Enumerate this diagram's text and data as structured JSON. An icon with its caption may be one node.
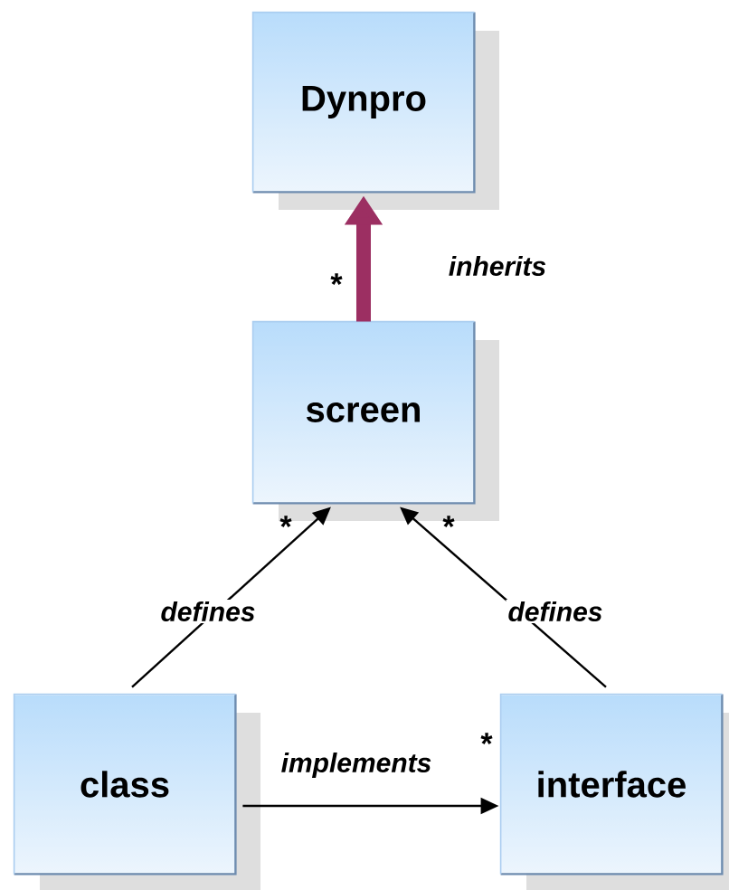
{
  "diagram": {
    "nodes": [
      {
        "text": [
          "Dynpro"
        ]
      },
      {
        "text": [
          "screen"
        ]
      },
      {
        "text": [
          "class"
        ]
      },
      {
        "text": [
          "interface"
        ]
      }
    ],
    "edges": [
      {
        "from": 1,
        "to": 0,
        "arrow": "to",
        "label": "inherits",
        "style": "thick",
        "color": "#9c2f62"
      },
      {
        "from": 2,
        "to": 1,
        "arrow": "to",
        "label": "defines"
      },
      {
        "from": 3,
        "to": 1,
        "arrow": "to",
        "label": "defines"
      },
      {
        "from": 2,
        "to": 3,
        "arrow": "to",
        "label": "implements"
      }
    ],
    "labels": [
      "*",
      "*",
      "*",
      "*"
    ]
  }
}
